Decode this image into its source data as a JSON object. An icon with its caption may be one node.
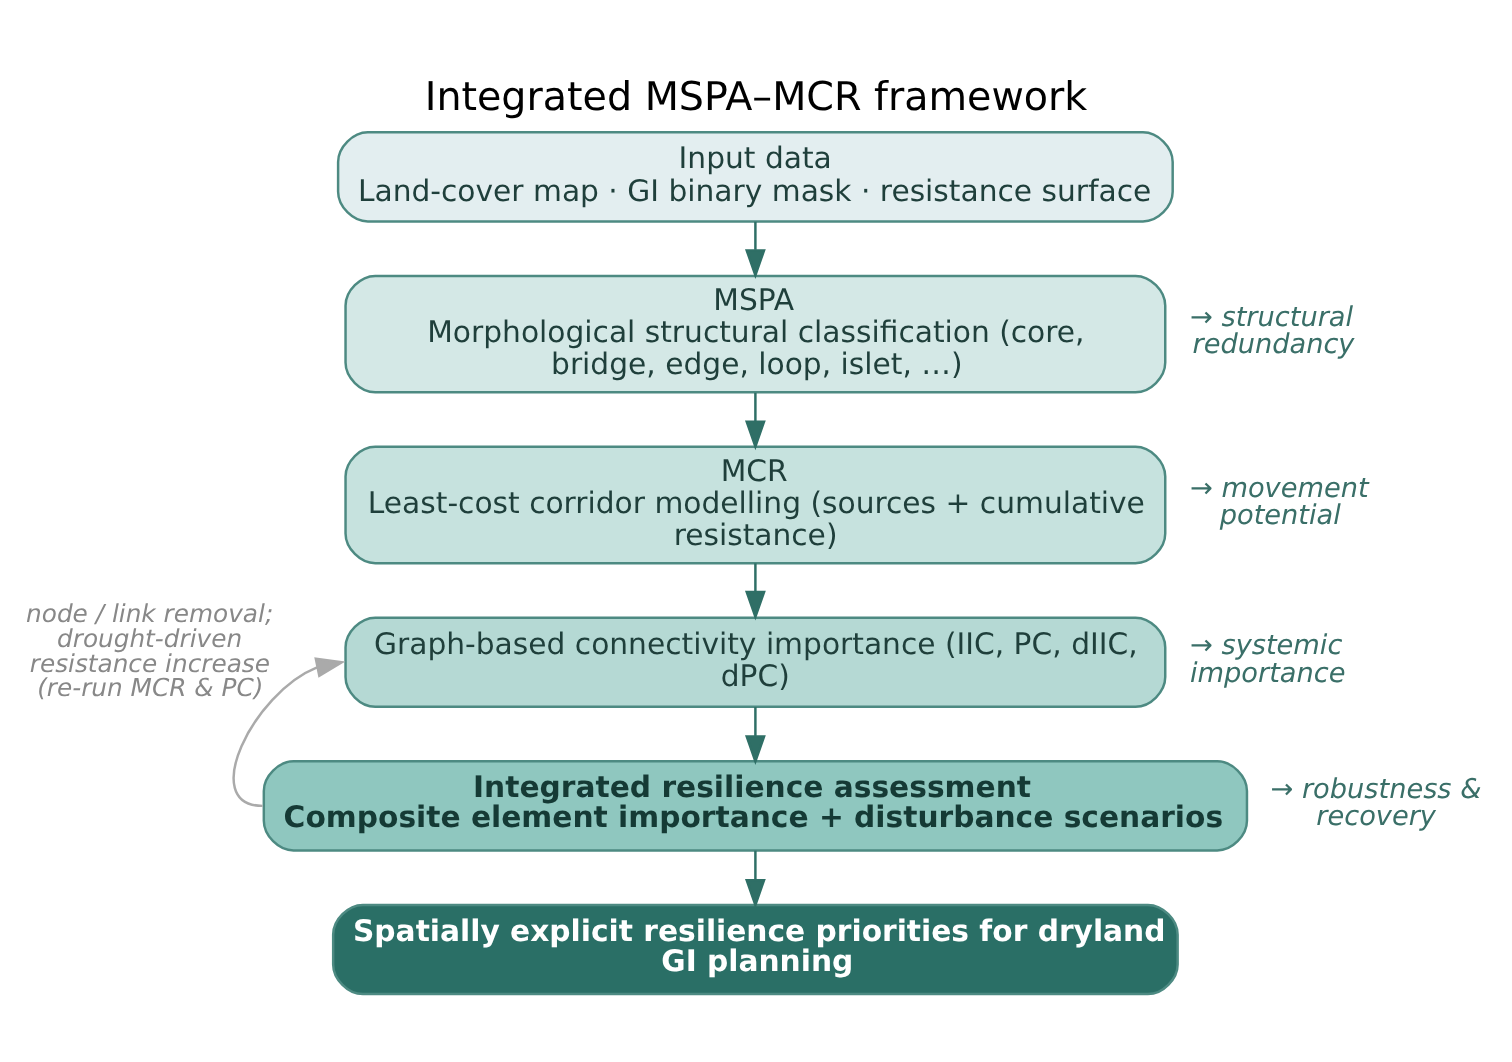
{
  "diagram": {
    "title": "Integrated MSPA–MCR framework",
    "nodes": [
      {
        "text": [
          "Input data",
          "Land-cover map · GI binary mask · resistance surface"
        ]
      },
      {
        "text": [
          "MSPA",
          "Morphological structural classification (core, bridge, edge, loop, islet, …)"
        ],
        "beside": [
          "→ structural redundancy"
        ]
      },
      {
        "text": [
          "MCR",
          "Least-cost corridor modelling (sources + cumulative resistance)"
        ],
        "beside": [
          "→ movement potential"
        ]
      },
      {
        "text": [
          "Graph-based connectivity importance (IIC, PC, dIIC, dPC)"
        ],
        "beside": [
          "→ systemic importance"
        ]
      },
      {
        "text": [
          "Integrated resilience assessment",
          "Composite element importance + disturbance scenarios"
        ],
        "beside": [
          "→ robustness & recovery"
        ]
      },
      {
        "text": [
          "Spatially explicit resilience priorities for dryland GI planning"
        ]
      }
    ],
    "edges": [
      {
        "from": 0,
        "to": 1,
        "arrow": "to"
      },
      {
        "from": 1,
        "to": 2,
        "arrow": "to"
      },
      {
        "from": 2,
        "to": 3,
        "arrow": "to"
      },
      {
        "from": 3,
        "to": 4,
        "arrow": "to"
      },
      {
        "from": 4,
        "to": 5,
        "arrow": "to"
      },
      {
        "from": 4,
        "to": 3,
        "arrow": "to",
        "label": "node / link removal; drought-driven resistance increase (re-run MCR & PC)",
        "color": "#aaaaaa"
      }
    ]
  }
}
